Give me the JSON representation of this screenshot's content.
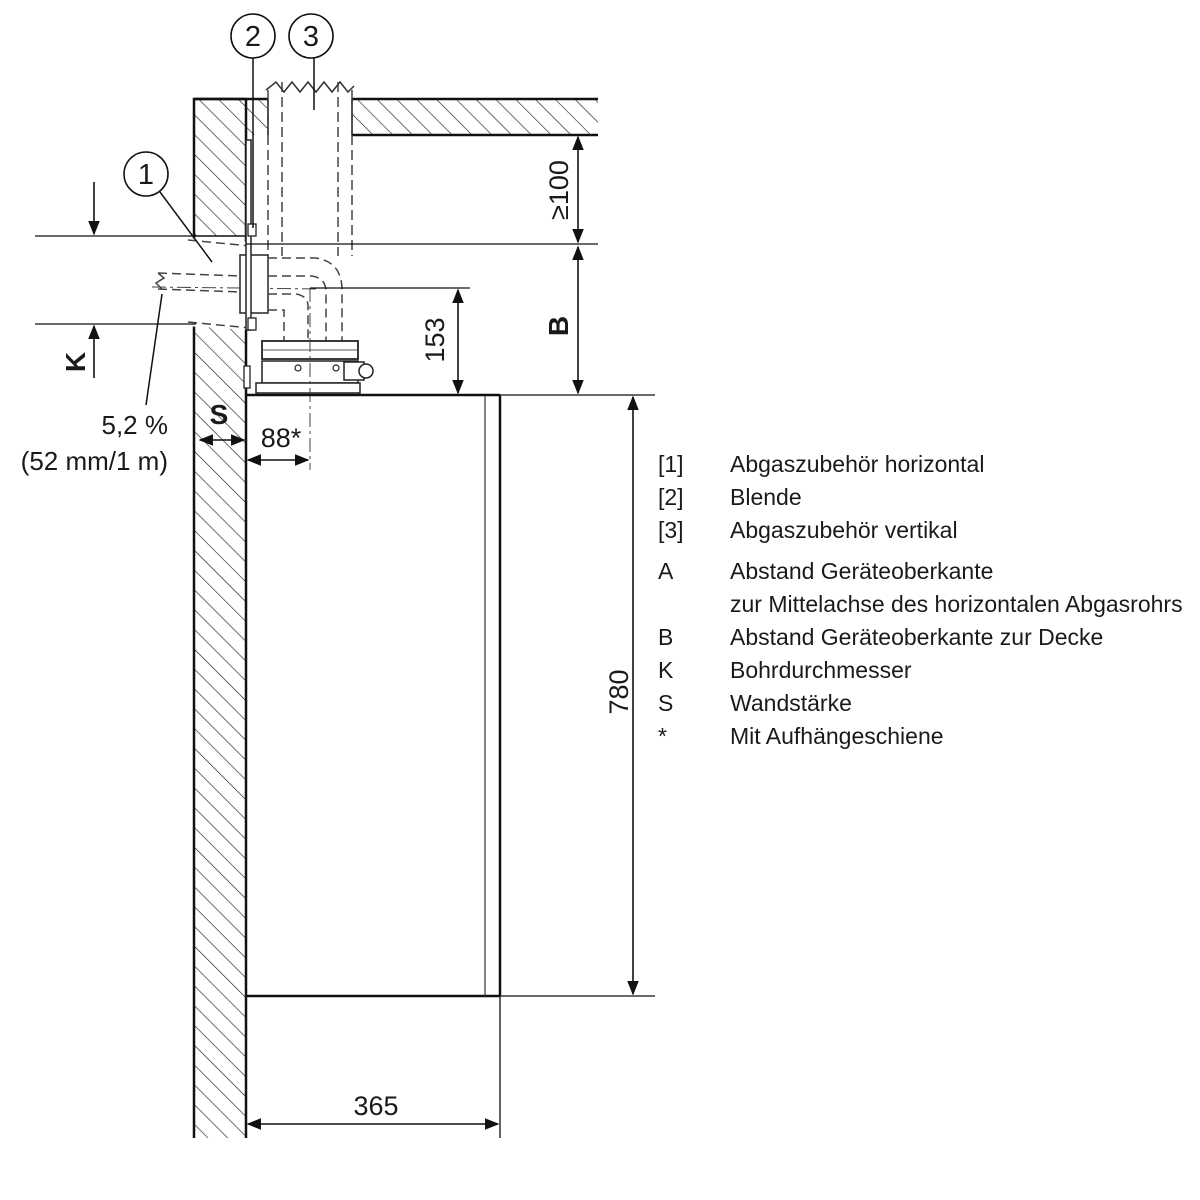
{
  "callouts": {
    "c1": "1",
    "c2": "2",
    "c3": "3"
  },
  "dimensions": {
    "ceiling_clearance": "≥100",
    "axis_distance": "153",
    "ceiling_distance": "B",
    "drill_diameter": "K",
    "wall_thickness": "S",
    "rail_offset": "88*",
    "depth": "365",
    "height": "780"
  },
  "slope": {
    "percent": "5,2 %",
    "ratio": "(52 mm/1 m)"
  },
  "legend": [
    {
      "key": "[1]",
      "text": "Abgaszubehör horizontal"
    },
    {
      "key": "[2]",
      "text": "Blende"
    },
    {
      "key": "[3]",
      "text": "Abgaszubehör vertikal"
    },
    {
      "key": "A",
      "text": "Abstand Geräteoberkante",
      "text2": "zur Mittelachse des horizontalen Abgasrohrs"
    },
    {
      "key": "B",
      "text": "Abstand Geräteoberkante zur Decke"
    },
    {
      "key": "K",
      "text": "Bohrdurchmesser"
    },
    {
      "key": "S",
      "text": "Wandstärke"
    },
    {
      "key": "*",
      "text": "Mit Aufhängeschiene"
    }
  ]
}
